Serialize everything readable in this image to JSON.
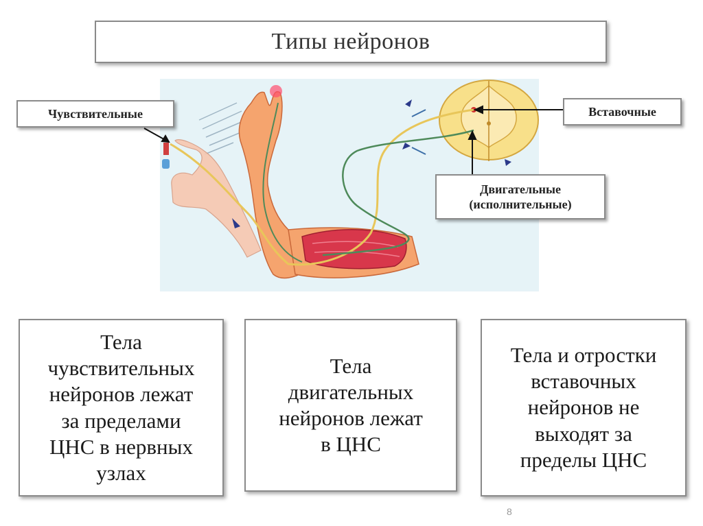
{
  "title": "Типы нейронов",
  "labels": {
    "sensory": "Чувствительные",
    "interneuron": "Вставочные",
    "motor_line1": "Двигательные",
    "motor_line2": "(исполнительные)"
  },
  "info_boxes": [
    {
      "lines": [
        "Тела",
        "чувствительных",
        "нейронов лежат",
        "за пределами",
        "ЦНС в нервных",
        "узлах"
      ]
    },
    {
      "lines": [
        "Тела",
        "двигательных",
        "нейронов лежат",
        "в ЦНС"
      ]
    },
    {
      "lines": [
        "Тела и отростки",
        "вставочных",
        "нейронов не",
        "выходят за",
        "пределы ЦНС"
      ]
    }
  ],
  "slide_number": "8",
  "colors": {
    "illustration_bg": "#e6f3f7",
    "skin": "#f5a46e",
    "muscle": "#d8374b",
    "spinal_cord": "#f8e08a",
    "sensory_nerve": "#e8c65a",
    "motor_nerve": "#4e8a5a"
  }
}
